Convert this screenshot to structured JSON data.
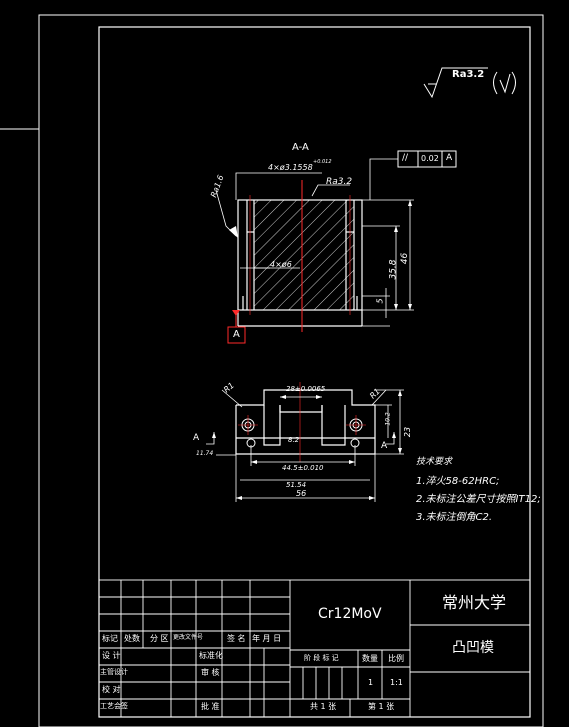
{
  "section_label": "A-A",
  "surface_finish_general": "Ra3.2",
  "surface_finish_top": "Ra3.2",
  "surface_finish_left": "Ra1.6",
  "tolerance_frame": {
    "symbol": "//",
    "value": "0.02",
    "datum": "A"
  },
  "datum_label": "A",
  "section_marks": {
    "left": "A",
    "right": "A"
  },
  "dims": {
    "holes_top": "4×ø3.1558",
    "holes_top_tol": "+0.012",
    "holes_inner": "4×ø6",
    "h46": "46",
    "h35_8": "35.8",
    "h5": "5",
    "w28": "28±0.0065",
    "w8_2": "8.2",
    "w44_5": "44.5±0.010",
    "w51_54": "51.54",
    "w56": "56",
    "h23": "23",
    "h11_74": "11.74",
    "h10_2": "10.2",
    "r1_left": "R1",
    "r1_right": "R1"
  },
  "tech_requirements": {
    "title": "技术要求",
    "items": [
      "1.淬火58-62HRC;",
      "2.未标注公差尺寸按照IT12;",
      "3.未标注倒角C2."
    ]
  },
  "title_block": {
    "material": "Cr12MoV",
    "university": "常州大学",
    "part_name": "凸凹模",
    "rev_headers": [
      "标记",
      "处数",
      "分 区",
      "更改文件号",
      "签 名",
      "年 月 日"
    ],
    "roles": [
      "设 计",
      "主管设计",
      "校 对",
      "工艺会签"
    ],
    "role_cols": [
      "标准化",
      "审 核",
      "批 准"
    ],
    "stage_label": "阶 段 标 记",
    "qty_label": "数量",
    "scale_label": "比例",
    "qty_value": "1",
    "scale_value": "1:1",
    "sheets_total": "共 1 张",
    "sheet_num": "第 1 张"
  }
}
